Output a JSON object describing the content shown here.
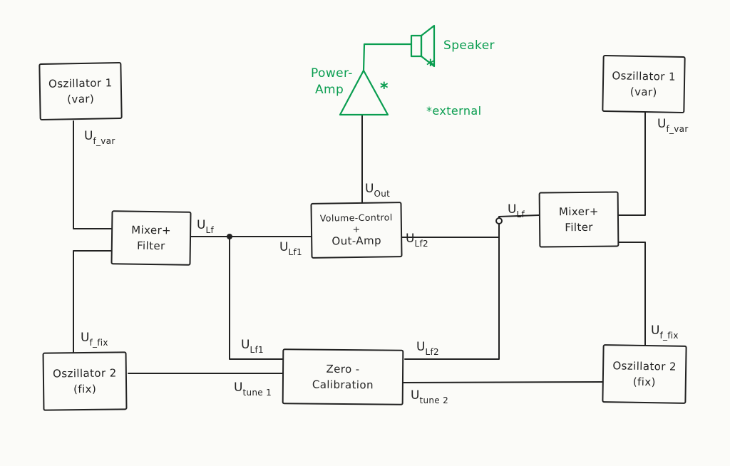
{
  "colors": {
    "ink": "#222222",
    "green": "#0a9d50",
    "paper": "#fbfbf8"
  },
  "boxes": {
    "osc1_left": {
      "lines": [
        "Oszillator 1",
        "(var)"
      ]
    },
    "osc1_right": {
      "lines": [
        "Oszillator 1",
        "(var)"
      ]
    },
    "mixer_left": {
      "lines": [
        "Mixer+",
        "Filter"
      ]
    },
    "mixer_right": {
      "lines": [
        "Mixer+",
        "Filter"
      ]
    },
    "volume": {
      "lines": [
        "Volume-Control",
        "+",
        "Out-Amp"
      ]
    },
    "zero": {
      "lines": [
        "Zero -",
        "Calibration"
      ]
    },
    "osc2_left": {
      "lines": [
        "Oszillator 2",
        "(fix)"
      ]
    },
    "osc2_right": {
      "lines": [
        "Oszillator 2",
        "(fix)"
      ]
    }
  },
  "labels": {
    "uf_var_left": {
      "main": "U",
      "sub": "f_var"
    },
    "uf_var_right": {
      "main": "U",
      "sub": "f_var"
    },
    "ulf_left": {
      "main": "U",
      "sub": "Lf"
    },
    "ulf_right": {
      "main": "U",
      "sub": "Lf"
    },
    "uout": {
      "main": "U",
      "sub": "Out"
    },
    "ulf1_mid": {
      "main": "U",
      "sub": "Lf1"
    },
    "ulf2_mid": {
      "main": "U",
      "sub": "Lf2"
    },
    "ulf1_bottom": {
      "main": "U",
      "sub": "Lf1"
    },
    "ulf2_bottom": {
      "main": "U",
      "sub": "Lf2"
    },
    "uf_fix_left": {
      "main": "U",
      "sub": "f_fix"
    },
    "uf_fix_right": {
      "main": "U",
      "sub": "f_fix"
    },
    "utune1": {
      "main": "U",
      "sub": "tune 1"
    },
    "utune2": {
      "main": "U",
      "sub": "tune 2"
    }
  },
  "green_annotations": {
    "speaker_label": "Speaker",
    "power_amp": [
      "Power-",
      "Amp"
    ],
    "external_note": "*external",
    "asterisk": "*"
  }
}
